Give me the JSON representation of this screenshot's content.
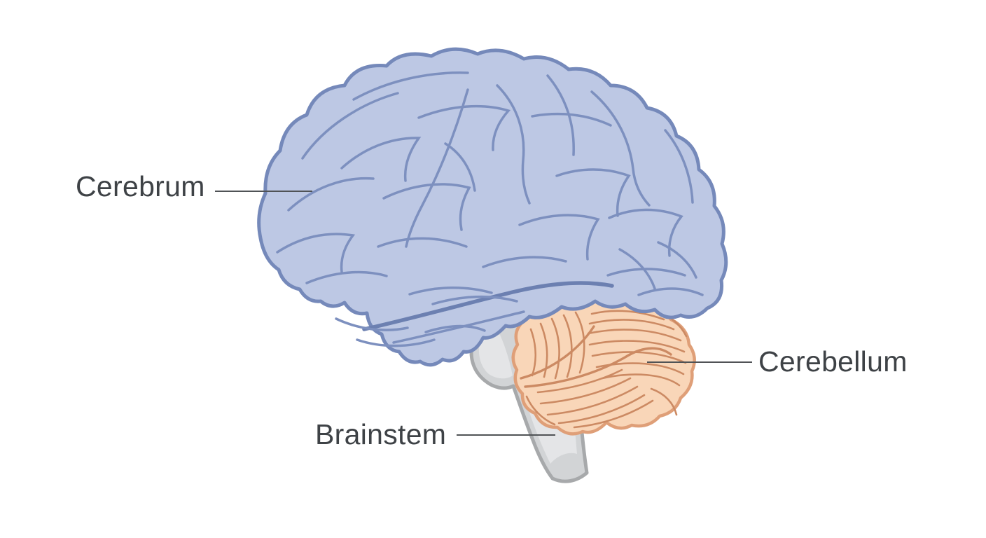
{
  "figure": {
    "type": "anatomical-diagram",
    "subject": "Human brain, lateral view",
    "labels": [
      {
        "id": "cerebrum",
        "text": "Cerebrum"
      },
      {
        "id": "cerebellum",
        "text": "Cerebellum"
      },
      {
        "id": "brainstem",
        "text": "Brainstem"
      }
    ],
    "colors": {
      "background": "#ffffff",
      "cerebrum_fill": "#bdc8e4",
      "cerebrum_outline": "#7589ba",
      "cerebrum_sulci": "#7d90bf",
      "cerebrum_sulci_dark": "#6c80b1",
      "cerebellum_fill": "#f9d6b8",
      "cerebellum_outline": "#df9f78",
      "cerebellum_texture": "#cc8a63",
      "brainstem_fill": "#d2d4d6",
      "brainstem_outline": "#a7a9ab",
      "brainstem_highlight": "#e4e5e7",
      "label_text": "#3e4246",
      "leader_line": "#505356"
    }
  }
}
